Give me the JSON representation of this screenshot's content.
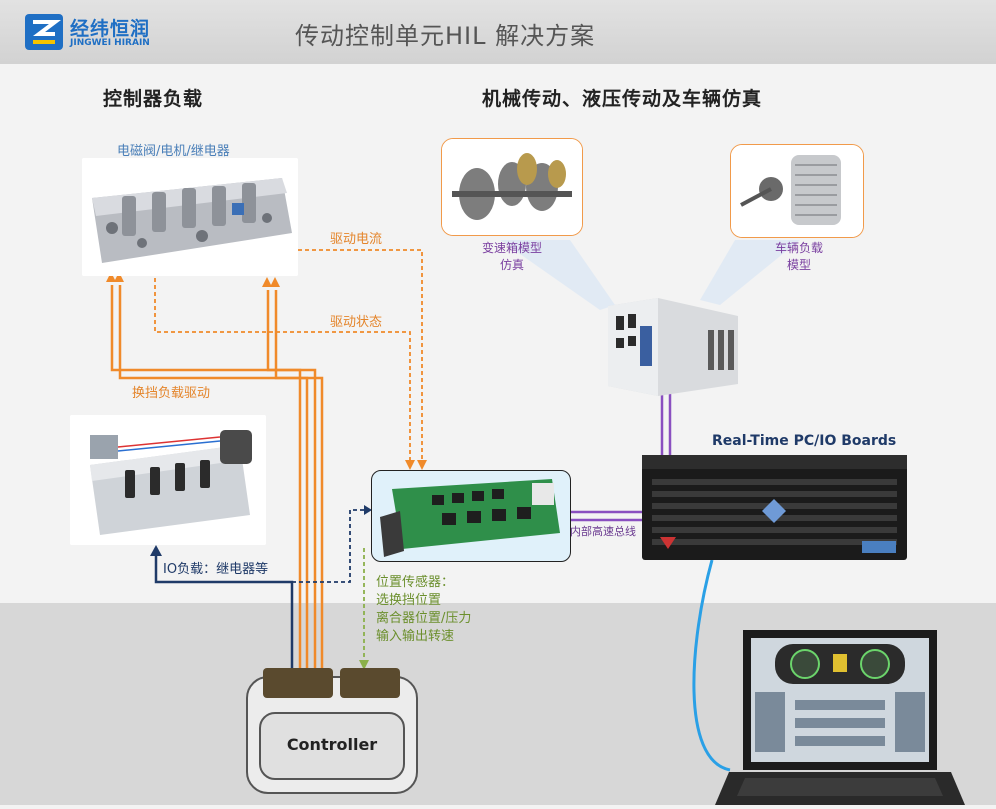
{
  "header": {
    "logo_cn": "经纬恒润",
    "logo_en": "JINGWEI HIRAIN",
    "title": "传动控制单元HIL 解决方案"
  },
  "sections": {
    "left_title": "控制器负载",
    "right_title": "机械传动、液压传动及车辆仿真"
  },
  "labels": {
    "solenoid": "电磁阀/电机/继电器",
    "drive_current": "驱动电流",
    "drive_status": "驱动状态",
    "shift_load": "换挡负载驱动",
    "io_load": "IO负载：继电器等",
    "gearbox_line1": "变速箱模型",
    "gearbox_line2": "仿真",
    "vehicle_line1": "车辆负载",
    "vehicle_line2": "模型",
    "rt_pc": "Real-Time PC/IO Boards",
    "internal_bus": "内部高速总线",
    "pos_sensor_1": "位置传感器：",
    "pos_sensor_2": "选换挡位置",
    "pos_sensor_3": "离合器位置/压力",
    "pos_sensor_4": "输入输出转速",
    "controller": "Controller"
  },
  "colors": {
    "orange": "#f08a2a",
    "navy": "#1f3a68",
    "purple": "#8a4fc0",
    "green": "#8bb04a",
    "cable_blue": "#2aa0e6"
  }
}
